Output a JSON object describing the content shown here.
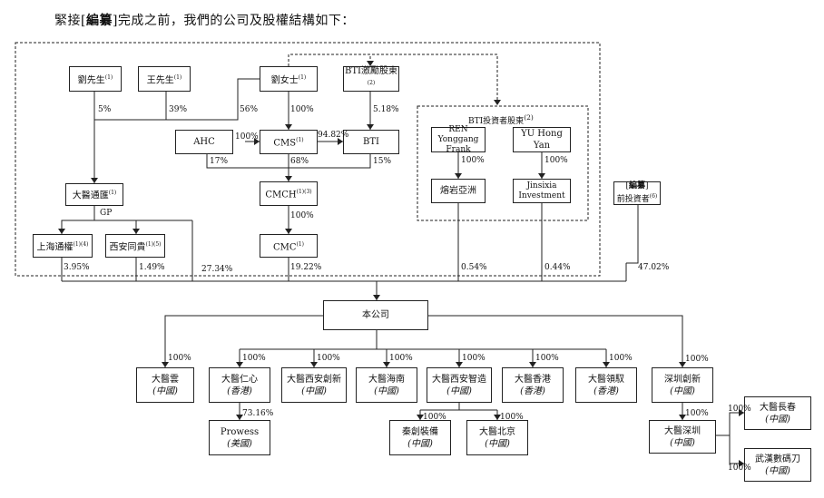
{
  "intro": {
    "prefix": "緊接[",
    "bold": "編纂",
    "suffix": "]完成之前，我們的公司及股權結構如下："
  },
  "group": {
    "title": "BTI投資者股東",
    "title_note": "(2)"
  },
  "nodes": {
    "mr_liu": {
      "label": "劉先生",
      "note": "(1)"
    },
    "mr_wang": {
      "label": "王先生",
      "note": "(1)"
    },
    "ms_liu": {
      "label": "劉女士",
      "note": "(1)"
    },
    "bti_incentive": {
      "label": "BTI激勵股東",
      "note": "(2)"
    },
    "ahc": {
      "label": "AHC"
    },
    "cms": {
      "label": "CMS",
      "note": "(1)"
    },
    "bti": {
      "label": "BTI"
    },
    "ren": {
      "label": "REN Yonggang Frank"
    },
    "yu": {
      "label": "YU Hong Yan"
    },
    "dayi_tonghui": {
      "label": "大醫通匯",
      "note": "(1)"
    },
    "cmch": {
      "label": "CMCH",
      "note": "(1)(3)"
    },
    "rongyan": {
      "label": "熔岩亞洲"
    },
    "jinsixia": {
      "label": "Jinsixia Investment"
    },
    "pre_investors": {
      "label_pre": "[",
      "label_bold": "編纂",
      "label_post": "]",
      "label2": "前投資者",
      "note": "(6)"
    },
    "shanghai": {
      "label": "上海通權",
      "note": "(1)(4)"
    },
    "xian_tonggui": {
      "label": "西安同貴",
      "note": "(1)(5)"
    },
    "cmc": {
      "label": "CMC",
      "note": "(1)"
    },
    "company": {
      "label": "本公司"
    },
    "dayi_yun": {
      "label": "大醫雲",
      "sub": "(中國)"
    },
    "dayi_renxin": {
      "label": "大醫仁心",
      "sub": "(香港)"
    },
    "dayi_xian_cx": {
      "label": "大醫西安創新",
      "sub": "(中國)"
    },
    "dayi_hainan": {
      "label": "大醫海南",
      "sub": "(中國)"
    },
    "dayi_xian_zz": {
      "label": "大醫西安智造",
      "sub": "(中國)"
    },
    "dayi_hk": {
      "label": "大醫香港",
      "sub": "(香港)"
    },
    "dayi_lingyu": {
      "label": "大醫領馭",
      "sub": "(香港)"
    },
    "sz_chuangxin": {
      "label": "深圳創新",
      "sub": "(中國)"
    },
    "prowess": {
      "label": "Prowess",
      "sub": "(美國)"
    },
    "qinchuang": {
      "label": "秦創裝備",
      "sub": "(中國)"
    },
    "dayi_bj": {
      "label": "大醫北京",
      "sub": "(中國)"
    },
    "dayi_sz": {
      "label": "大醫深圳",
      "sub": "(中國)"
    },
    "dayi_cc": {
      "label": "大醫長春",
      "sub": "(中國)"
    },
    "wuhan": {
      "label": "武漢數碼刀",
      "sub": "(中國)"
    }
  },
  "labels": {
    "l_liu_5": "5%",
    "l_wang_39": "39%",
    "l_msliu_56": "56%",
    "l_msliu_cms": "100%",
    "l_bti_518": "5.18%",
    "l_ahc_100": "100%",
    "l_cms_bti": "94.82%",
    "l_ahc_17": "17%",
    "l_cms_68": "68%",
    "l_bti_15": "15%",
    "l_gp": "GP",
    "l_cmch_100": "100%",
    "l_ren_100": "100%",
    "l_yu_100": "100%",
    "l_sh_395": "3.95%",
    "l_xa_149": "1.49%",
    "l_dytx_2734": "27.34%",
    "l_cmc_1922": "19.22%",
    "l_ry_054": "0.54%",
    "l_js_044": "0.44%",
    "l_pre_4702": "47.02%",
    "l_c1": "100%",
    "l_c2": "100%",
    "l_c3": "100%",
    "l_c4": "100%",
    "l_c5": "100%",
    "l_c6": "100%",
    "l_c7": "100%",
    "l_c8": "100%",
    "l_prowess": "73.16%",
    "l_qc": "100%",
    "l_bj": "100%",
    "l_sz": "100%",
    "l_cc": "100%",
    "l_wh": "100%"
  }
}
